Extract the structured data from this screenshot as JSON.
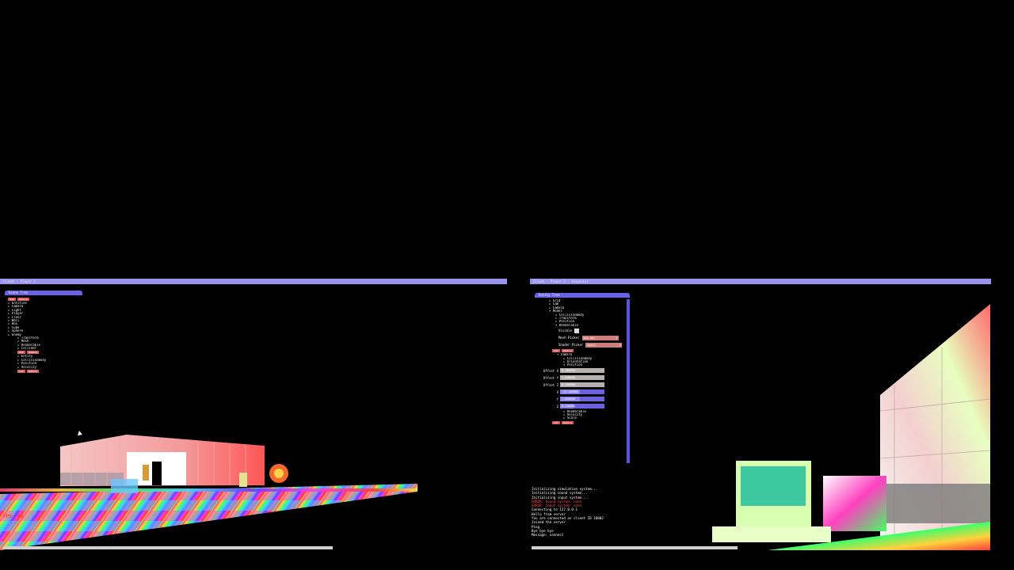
{
  "left_window": {
    "title": "Client - Player 1",
    "panel_title": "Scene Tree",
    "buttons": [
      "Add",
      "Remove"
    ],
    "tree": [
      "Entities",
      "Camera",
      "Light",
      "Player",
      "Floor",
      "Wall",
      "Box",
      "Cube",
      "Sphere",
      "Enemy"
    ],
    "tree_sub": [
      "Transform",
      "Mesh",
      "Renderable",
      "Collider"
    ],
    "tree_sub2": [
      "Entity",
      "CollisionBody",
      "Position",
      "Velocity"
    ],
    "fps": "FPS: 60"
  },
  "right_window": {
    "title": "Client - Player 2 - Inspector",
    "panel_title": "Entity Tree",
    "tree": [
      {
        "indent": 0,
        "arrow": "▸",
        "text": "Grid"
      },
      {
        "indent": 0,
        "arrow": "▸",
        "text": "Cam"
      },
      {
        "indent": 0,
        "arrow": "▸",
        "text": "Camera"
      },
      {
        "indent": 0,
        "arrow": "▾",
        "text": "Model"
      },
      {
        "indent": 1,
        "arrow": "▸",
        "text": "CollisionBody"
      },
      {
        "indent": 1,
        "arrow": "▸",
        "text": "Transform"
      },
      {
        "indent": 1,
        "arrow": "▸",
        "text": "Position"
      },
      {
        "indent": 1,
        "arrow": "▾",
        "text": "Renderable"
      }
    ],
    "visible_label": "Visible",
    "mesh_picker_label": "Mesh Picker",
    "mesh_picker_value": "box.obj",
    "shader_picker_label": "Shader Picker",
    "shader_picker_value": "basic",
    "buttons": [
      "Add",
      "Remove"
    ],
    "tree2": [
      {
        "indent": 0,
        "arrow": "▾",
        "text": "Camera"
      },
      {
        "indent": 1,
        "arrow": "▸",
        "text": "CollisionBody"
      },
      {
        "indent": 1,
        "arrow": "▸",
        "text": "Orientation"
      },
      {
        "indent": 1,
        "arrow": "▾",
        "text": "Position"
      }
    ],
    "fields": [
      {
        "label": "Offset X",
        "value": "0.100000",
        "slider": false
      },
      {
        "label": "Offset Y",
        "value": "1.000000",
        "slider": false
      },
      {
        "label": "Offset Z",
        "value": "0.100000",
        "slider": false
      },
      {
        "label": "X",
        "value": "-42.100000",
        "slider": true,
        "fill": 0.45
      },
      {
        "label": "Y",
        "value": "1.000000",
        "slider": true,
        "fill": 0.45
      },
      {
        "label": "Z",
        "value": "0.210000",
        "slider": true,
        "fill": 0.3
      }
    ],
    "tree3": [
      {
        "indent": 1,
        "arrow": "▸",
        "text": "Renderable"
      },
      {
        "indent": 1,
        "arrow": "▸",
        "text": "Velocity"
      },
      {
        "indent": 1,
        "arrow": "▸",
        "text": "Scale"
      }
    ],
    "buttons2": [
      "Add",
      "Remove"
    ],
    "console": [
      {
        "type": "ok",
        "text": "Initializing simulation system..."
      },
      {
        "type": "ok",
        "text": "Initializing sound system..."
      },
      {
        "type": "ok",
        "text": "Initializing input system..."
      },
      {
        "type": "err",
        "text": "ERROR: Sound system: none"
      },
      {
        "type": "err",
        "text": "ERROR: Input system: none"
      },
      {
        "type": "ok",
        "text": "Connecting to 127.0.0.1"
      },
      {
        "type": "ok",
        "text": "Hello from server"
      },
      {
        "type": "ok",
        "text": "You are connected as client ID 10002"
      },
      {
        "type": "ok",
        "text": "Joined the server"
      },
      {
        "type": "ok",
        "text": "Ping"
      },
      {
        "type": "ok",
        "text": "Bye bye bye"
      },
      {
        "type": "ok",
        "text": "Message: connect"
      }
    ]
  },
  "colors": {
    "titlebar": "#9a93ee",
    "panel_title": "#6a62e6",
    "button": "#d65a5a",
    "error_text": "#ff4e4e"
  }
}
